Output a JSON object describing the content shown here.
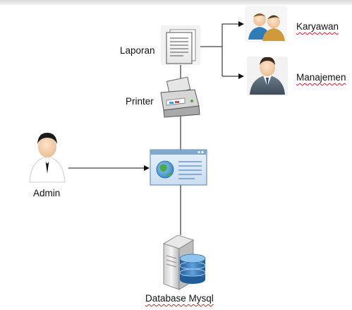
{
  "nodes": {
    "laporan": "Laporan",
    "karyawan": "Karyawan",
    "manajemen": "Manajemen",
    "printer": "Printer",
    "admin": "Admin",
    "database": "Database Mysql"
  },
  "colors": {
    "connector": "#111111",
    "spellcheck": "#d02020"
  },
  "icons": {
    "document": "document-icon",
    "users_group": "users-group-icon",
    "manager": "manager-icon",
    "printer": "printer-icon",
    "admin": "admin-user-icon",
    "application": "application-window-icon",
    "database": "database-server-icon"
  }
}
